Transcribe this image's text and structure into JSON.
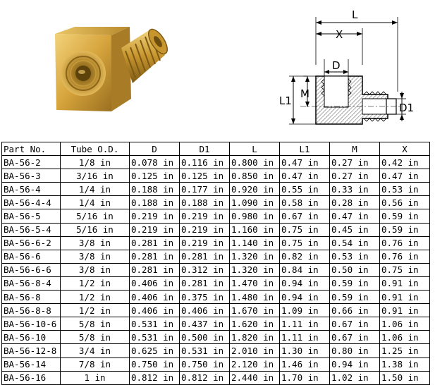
{
  "drawing": {
    "label_L": "L",
    "label_X": "X",
    "label_D": "D",
    "label_M": "M",
    "label_L1": "L1",
    "label_D1": "D1",
    "colors": {
      "body": "#000000",
      "hatch": "#555555",
      "thread": "#000000"
    }
  },
  "photo": {
    "colors": {
      "brass_light": "#f3d27a",
      "brass_mid": "#d6a43c",
      "brass_dark": "#8a6418"
    }
  },
  "table": {
    "headers": [
      "Part No.",
      "Tube O.D.",
      "D",
      "D1",
      "L",
      "L1",
      "M",
      "X"
    ],
    "rows": [
      [
        "BA-56-2",
        "1/8 in",
        "0.078 in",
        "0.116 in",
        "0.800 in",
        "0.47 in",
        "0.27 in",
        "0.42 in"
      ],
      [
        "BA-56-3",
        "3/16 in",
        "0.125 in",
        "0.125 in",
        "0.850 in",
        "0.47 in",
        "0.27 in",
        "0.47 in"
      ],
      [
        "BA-56-4",
        "1/4 in",
        "0.188 in",
        "0.177 in",
        "0.920 in",
        "0.55 in",
        "0.33 in",
        "0.53 in"
      ],
      [
        "BA-56-4-4",
        "1/4 in",
        "0.188 in",
        "0.188 in",
        "1.090 in",
        "0.58 in",
        "0.28 in",
        "0.56 in"
      ],
      [
        "BA-56-5",
        "5/16 in",
        "0.219 in",
        "0.219 in",
        "0.980 in",
        "0.67 in",
        "0.47 in",
        "0.59 in"
      ],
      [
        "BA-56-5-4",
        "5/16 in",
        "0.219 in",
        "0.219 in",
        "1.160 in",
        "0.75 in",
        "0.45 in",
        "0.59 in"
      ],
      [
        "BA-56-6-2",
        "3/8 in",
        "0.281 in",
        "0.219 in",
        "1.140 in",
        "0.75 in",
        "0.54 in",
        "0.76 in"
      ],
      [
        "BA-56-6",
        "3/8 in",
        "0.281 in",
        "0.281 in",
        "1.320 in",
        "0.82 in",
        "0.53 in",
        "0.76 in"
      ],
      [
        "BA-56-6-6",
        "3/8 in",
        "0.281 in",
        "0.312 in",
        "1.320 in",
        "0.84 in",
        "0.50 in",
        "0.75 in"
      ],
      [
        "BA-56-8-4",
        "1/2 in",
        "0.406 in",
        "0.281 in",
        "1.470 in",
        "0.94 in",
        "0.59 in",
        "0.91 in"
      ],
      [
        "BA-56-8",
        "1/2 in",
        "0.406 in",
        "0.375 in",
        "1.480 in",
        "0.94 in",
        "0.59 in",
        "0.91 in"
      ],
      [
        "BA-56-8-8",
        "1/2 in",
        "0.406 in",
        "0.406 in",
        "1.670 in",
        "1.09 in",
        "0.66 in",
        "0.91 in"
      ],
      [
        "BA-56-10-6",
        "5/8 in",
        "0.531 in",
        "0.437 in",
        "1.620 in",
        "1.11 in",
        "0.67 in",
        "1.06 in"
      ],
      [
        "BA-56-10",
        "5/8 in",
        "0.531 in",
        "0.500 in",
        "1.820 in",
        "1.11 in",
        "0.67 in",
        "1.06 in"
      ],
      [
        "BA-56-12-8",
        "3/4 in",
        "0.625 in",
        "0.531 in",
        "2.010 in",
        "1.30 in",
        "0.80 in",
        "1.25 in"
      ],
      [
        "BA-56-14",
        "7/8 in",
        "0.750 in",
        "0.750 in",
        "2.120 in",
        "1.46 in",
        "0.94 in",
        "1.38 in"
      ],
      [
        "BA-56-16",
        "1 in",
        "0.812 in",
        "0.812 in",
        "2.440 in",
        "1.70 in",
        "1.02 in",
        "1.50 in"
      ]
    ]
  }
}
